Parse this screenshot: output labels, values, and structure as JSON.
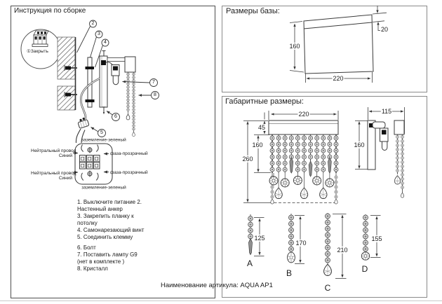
{
  "left_panel": {
    "title": "Инструкция по сборке",
    "power_off_label": "①Закрыть",
    "callouts": [
      "2",
      "3",
      "4",
      "5",
      "6",
      "7",
      "8"
    ],
    "wiring": {
      "ground_top": "заземление-зеленый",
      "neutral_top_line1": "Нейтральный провод",
      "neutral_top_line2": "Синий",
      "phase_top": "фаза-прозрачный",
      "neutral_bottom_line1": "Нейтральный провод",
      "neutral_bottom_line2": "Синий",
      "phase_bottom": "фаза-прозрачный",
      "ground_bottom": "заземление-зеленый"
    },
    "steps": [
      "1. Выключите питание 2.",
      "Настенный анкер",
      "3. Закрепить планку к",
      "потолку",
      "4. Самонарезающий винт",
      "5. Соединить клемму",
      "6. Болт",
      "7. Поставить лампу G9",
      "(нет в комплекте )",
      "8. Кристалл"
    ]
  },
  "base_panel": {
    "title": "Размеры базы:",
    "height_mm": "160",
    "width_mm": "220",
    "depth_mm": "20"
  },
  "overall_panel": {
    "title": "Габаритные размеры:",
    "front": {
      "width_mm": "220",
      "base_height_mm": "45",
      "curtain_mm": "160",
      "total_mm": "260"
    },
    "side": {
      "depth_mm": "115",
      "height_mm": "160"
    },
    "pendants": [
      {
        "label": "A",
        "length_mm": "125"
      },
      {
        "label": "B",
        "length_mm": "170"
      },
      {
        "label": "C",
        "length_mm": "210"
      },
      {
        "label": "D",
        "length_mm": "155"
      }
    ]
  },
  "footer": {
    "article_label": "Наименование артикула: AQUA AP1"
  }
}
